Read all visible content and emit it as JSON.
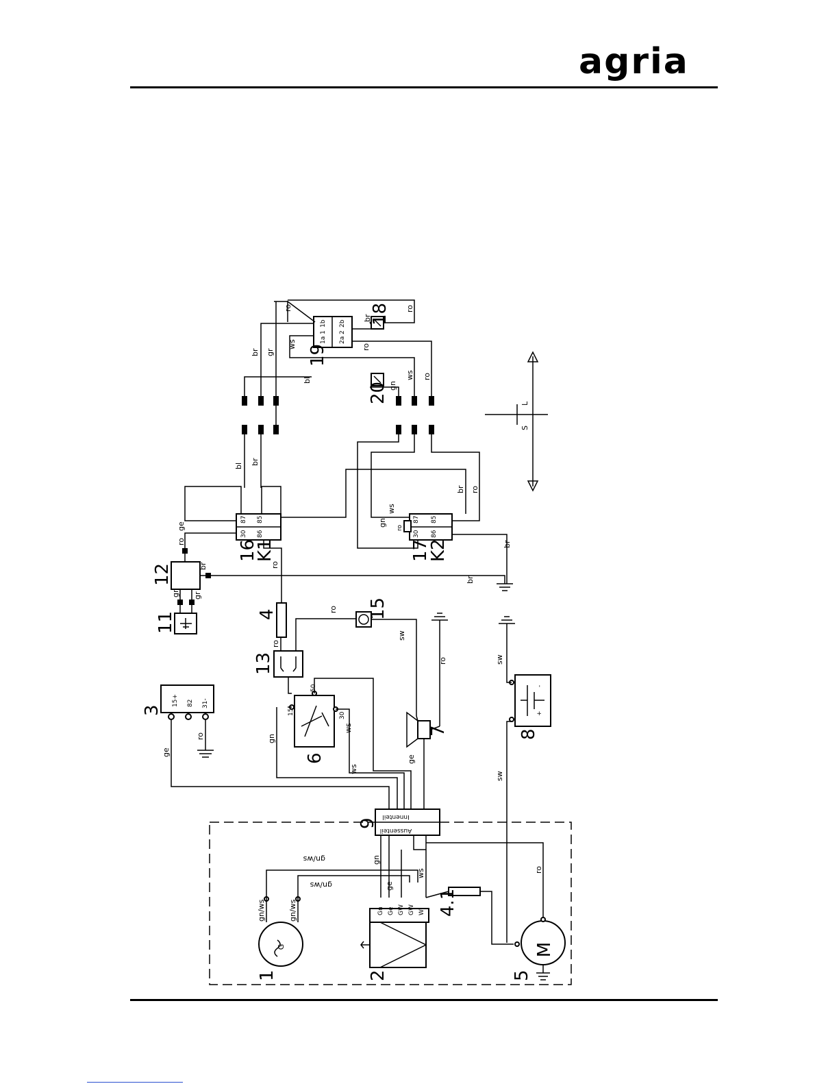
{
  "header": {
    "logo": "agria"
  },
  "components": {
    "n1": "1",
    "n2": "2",
    "n3": "3",
    "n4": "4",
    "n41": "4.1",
    "n5": "5",
    "n6": "6",
    "n7": "7",
    "n8": "8",
    "n9": "9",
    "n11": "11",
    "n12": "12",
    "n13": "13",
    "n15": "15",
    "n16": "16",
    "k1": "K1",
    "n17": "17",
    "k2": "K2",
    "n18": "18",
    "n19": "19",
    "n20": "20"
  },
  "terminals": {
    "t15p": "15+",
    "t82": "82",
    "t31m": "31-",
    "ign15": "15",
    "ign50": "50",
    "ign30": "30",
    "r87": "87",
    "r85": "85",
    "r30": "30",
    "r86": "86",
    "s1a": "1a",
    "s1": "1",
    "s1b": "1b",
    "s2a": "2a",
    "s2": "2",
    "s2b": "2b",
    "gn": "Gn",
    "ge": "Ge",
    "gw1": "GW",
    "gw2": "GW",
    "w": "W",
    "aussenteil": "Aussenteil",
    "innenteil": "Innenteil",
    "gen": "G",
    "motor": "M",
    "plus": "+",
    "minus": "-",
    "dir_s": "S",
    "dir_l": "L"
  },
  "wires": {
    "ro": "ro",
    "br": "br",
    "bl": "bl",
    "gr": "gr",
    "ge": "ge",
    "gn": "gn",
    "ws": "ws",
    "sw": "sw",
    "gnws": "gn/ws"
  },
  "colors": {
    "ink": "#000000",
    "paper": "#ffffff"
  }
}
